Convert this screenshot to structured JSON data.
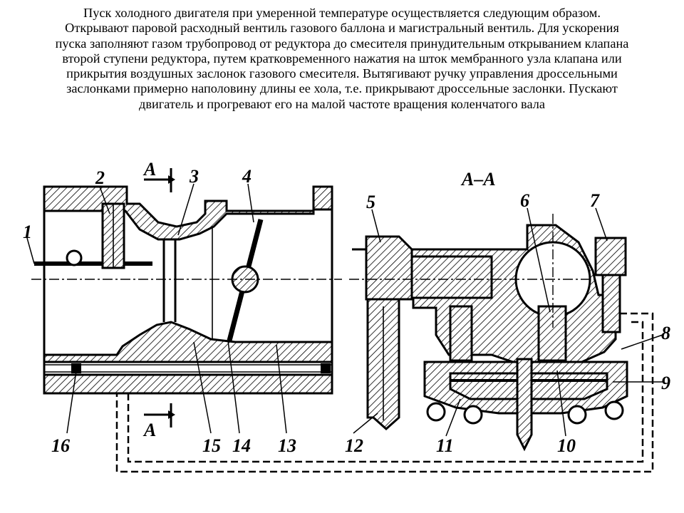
{
  "text": {
    "lines": [
      "Пуск холодного двигателя при умеренной температуре осуществляется следующим образом.",
      "Открывают паровой расходный вентиль газового баллона и магистральный вентиль. Для ускорения",
      "пуска заполняют газом трубопровод от редуктора до смесителя принудительным открыванием клапана",
      "второй ступени редуктора, путем кратковременного нажатия на шток мембранного узла клапана или",
      "прикрытия воздушных заслонок газового смесителя. Вытягивают ручку управления дроссельными",
      "заслонками примерно наполовину длины ее хола, т.е. прикрывают дроссельные заслонки. Пускают",
      "двигатель и прогревают его на малой частоте вращения коленчатого вала"
    ]
  },
  "diagram": {
    "section_mark_top": "А",
    "section_mark_bottom": "А",
    "section_title": "А–А",
    "labels": {
      "n1": "1",
      "n2": "2",
      "n3": "3",
      "n4": "4",
      "n5": "5",
      "n6": "6",
      "n7": "7",
      "n8": "8",
      "n9": "9",
      "n10": "10",
      "n11": "11",
      "n12": "12",
      "n13": "13",
      "n14": "14",
      "n15": "15",
      "n16": "16"
    }
  }
}
